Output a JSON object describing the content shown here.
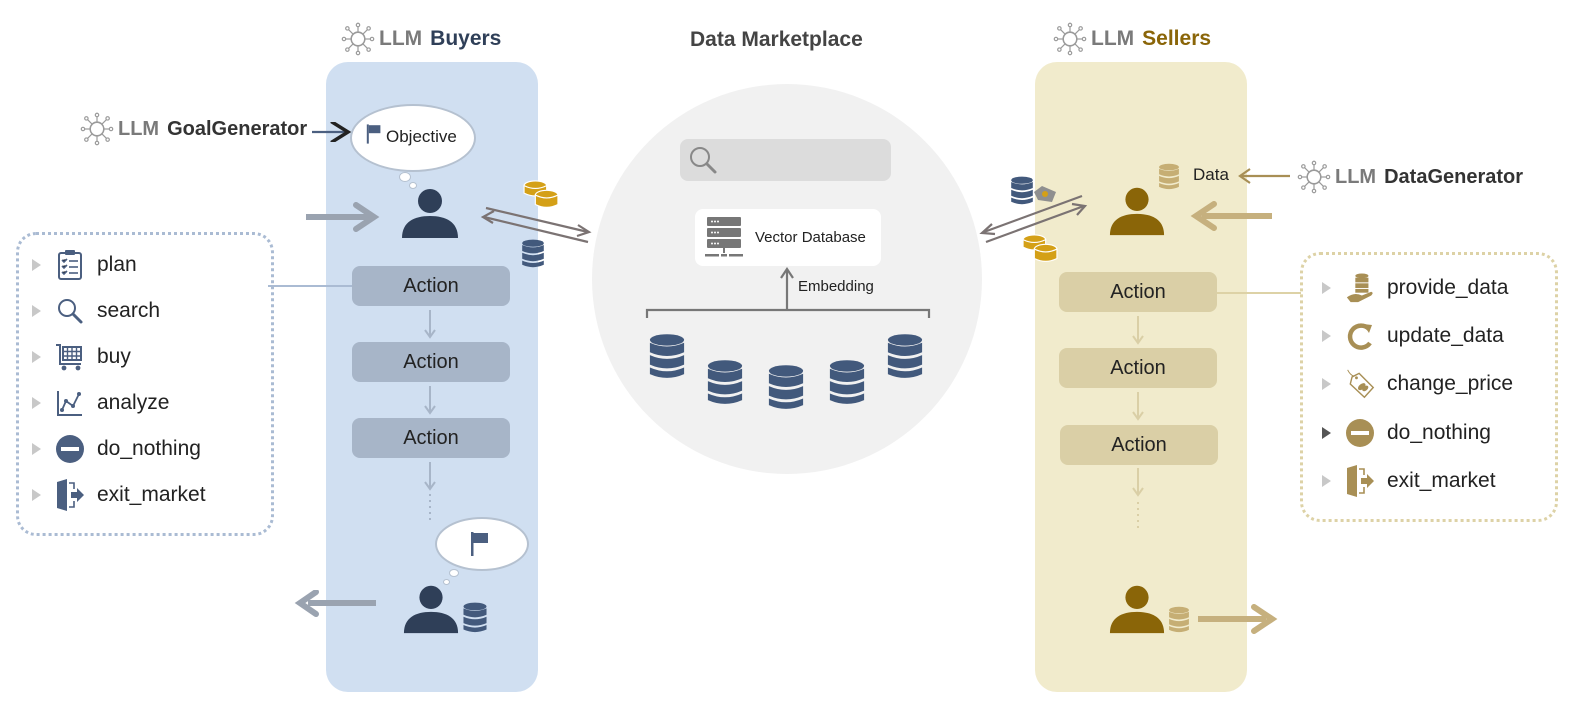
{
  "headers": {
    "buyers": {
      "llm": "LLM",
      "title": "Buyers",
      "color": "#2f3f58"
    },
    "marketplace": {
      "title": "Data Marketplace"
    },
    "sellers": {
      "llm": "LLM",
      "title": "Sellers",
      "color": "#8a6508"
    }
  },
  "generators": {
    "goal": {
      "llm": "LLM",
      "name": "GoalGenerator"
    },
    "data": {
      "llm": "LLM",
      "name": "DataGenerator",
      "output_label": "Data"
    }
  },
  "buyers": {
    "objective_label": "Objective",
    "actions": [
      "Action",
      "Action",
      "Action"
    ],
    "action_list": [
      {
        "icon": "clipboard-icon",
        "label": "plan"
      },
      {
        "icon": "search-icon",
        "label": "search"
      },
      {
        "icon": "shopping-cart-icon",
        "label": "buy"
      },
      {
        "icon": "line-chart-icon",
        "label": "analyze"
      },
      {
        "icon": "minus-circle-icon",
        "label": "do_nothing"
      },
      {
        "icon": "exit-door-icon",
        "label": "exit_market"
      }
    ]
  },
  "sellers": {
    "actions": [
      "Action",
      "Action",
      "Action"
    ],
    "action_list": [
      {
        "icon": "hand-database-icon",
        "label": "provide_data"
      },
      {
        "icon": "refresh-icon",
        "label": "update_data"
      },
      {
        "icon": "price-tag-icon",
        "label": "change_price"
      },
      {
        "icon": "minus-circle-icon",
        "label": "do_nothing",
        "selected": true
      },
      {
        "icon": "exit-door-icon",
        "label": "exit_market"
      }
    ]
  },
  "marketplace": {
    "search_placeholder": "",
    "vector_db_label": "Vector Database",
    "embedding_label": "Embedding",
    "dataset_count": 5
  },
  "colors": {
    "buyer_dark": "#2f3f58",
    "buyer_db": "#42597c",
    "buyer_panel": "#d0dff1",
    "buyer_action": "#a7b5c8",
    "seller_dark": "#8a6508",
    "seller_light": "#c6ae74",
    "seller_panel": "#f1ebcc",
    "seller_action": "#dacfa6",
    "coin": "#d4a017",
    "market_bg": "#f1f1f1"
  }
}
